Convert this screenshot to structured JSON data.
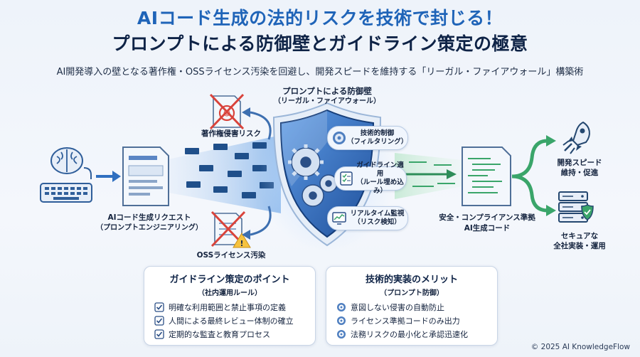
{
  "header": {
    "title_line1": "AIコード生成の法的リスクを技術で封じる！",
    "title_line2": "プロンプトによる防御壁とガイドライン策定の極意",
    "subtitle": "AI開発導入の壁となる著作権・OSSライセンス汚染を回避し、開発スピードを維持する「リーガル・ファイアウォール」構築術"
  },
  "flow": {
    "input_label_line1": "AIコード生成リクエスト",
    "input_label_line2": "（プロンプトエンジニアリング）",
    "risk_top_label": "著作権侵害リスク",
    "risk_bottom_label": "OSSライセンス汚染",
    "shield_title": "プロンプトによる防御壁",
    "shield_subtitle": "（リーガル・ファイアウォール）",
    "controls": [
      {
        "line1": "技術的制御",
        "line2": "（フィルタリング）",
        "icon": "gear-icon"
      },
      {
        "line1": "ガイドライン適用",
        "line2": "（ルール埋め込み）",
        "icon": "checklist-icon"
      },
      {
        "line1": "リアルタイム監視",
        "line2": "（リスク検知）",
        "icon": "monitor-chart-icon"
      }
    ],
    "output_label_line1": "安全・コンプライアンス準拠",
    "output_label_line2": "AI生成コード",
    "outcome_top_line1": "開発スピード",
    "outcome_top_line2": "維持・促進",
    "outcome_bottom_line1": "セキュアな",
    "outcome_bottom_line2": "全社実装・運用"
  },
  "cards": {
    "guideline": {
      "title": "ガイドライン策定のポイント",
      "subtitle": "（社内運用ルール）",
      "items": [
        "明確な利用範囲と禁止事項の定義",
        "人間による最終レビュー体制の確立",
        "定期的な監査と教育プロセス"
      ]
    },
    "technical": {
      "title": "技術的実装のメリット",
      "subtitle": "（プロンプト防御）",
      "items": [
        "意図しない侵害の自動防止",
        "ライセンス準拠コードのみ出力",
        "法務リスクの最小化と承認迅速化"
      ]
    }
  },
  "footer": {
    "copyright": "© 2025 AI KnowledgeFlow"
  },
  "colors": {
    "accent_blue": "#1f64b8",
    "navy": "#0e2346",
    "risk_red": "#d9433b",
    "safe_green": "#3aa56a"
  }
}
